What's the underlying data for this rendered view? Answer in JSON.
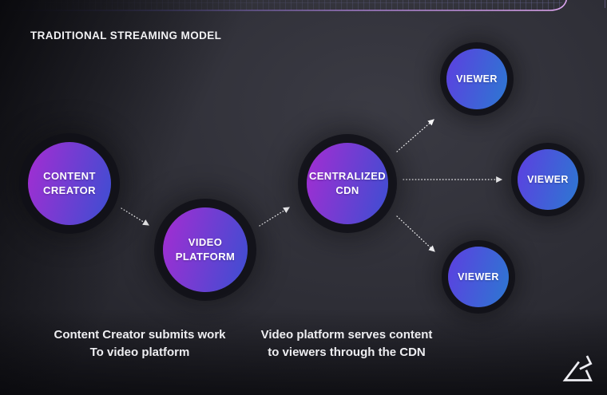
{
  "title": "TRADITIONAL STREAMING MODEL",
  "nodes": {
    "content_creator": {
      "label": "CONTENT\nCREATOR"
    },
    "video_platform": {
      "label": "VIDEO\nPLATFORM"
    },
    "centralized_cdn": {
      "label": "CENTRALIZED\nCDN"
    },
    "viewer_top": {
      "label": "VIEWER"
    },
    "viewer_middle": {
      "label": "VIEWER"
    },
    "viewer_bottom": {
      "label": "VIEWER"
    }
  },
  "captions": {
    "left": "Content Creator submits work\nTo video platform",
    "right": "Video platform serves content\nto viewers through the CDN"
  },
  "connections": [
    {
      "from": "content_creator",
      "to": "video_platform"
    },
    {
      "from": "video_platform",
      "to": "centralized_cdn"
    },
    {
      "from": "centralized_cdn",
      "to": "viewer_top"
    },
    {
      "from": "centralized_cdn",
      "to": "viewer_middle"
    },
    {
      "from": "centralized_cdn",
      "to": "viewer_bottom"
    }
  ],
  "colors": {
    "node_gradient_start": "#a32dd2",
    "node_gradient_end": "#3d4ed2",
    "viewer_gradient_start": "#5c40e0",
    "viewer_gradient_end": "#2d77d2",
    "background_base": "#2c2c34",
    "top_line": "#d9a0ef",
    "arrow": "#ffffff",
    "text": "#ffffff"
  },
  "logo": {
    "name": "brand-logo-triangle"
  }
}
